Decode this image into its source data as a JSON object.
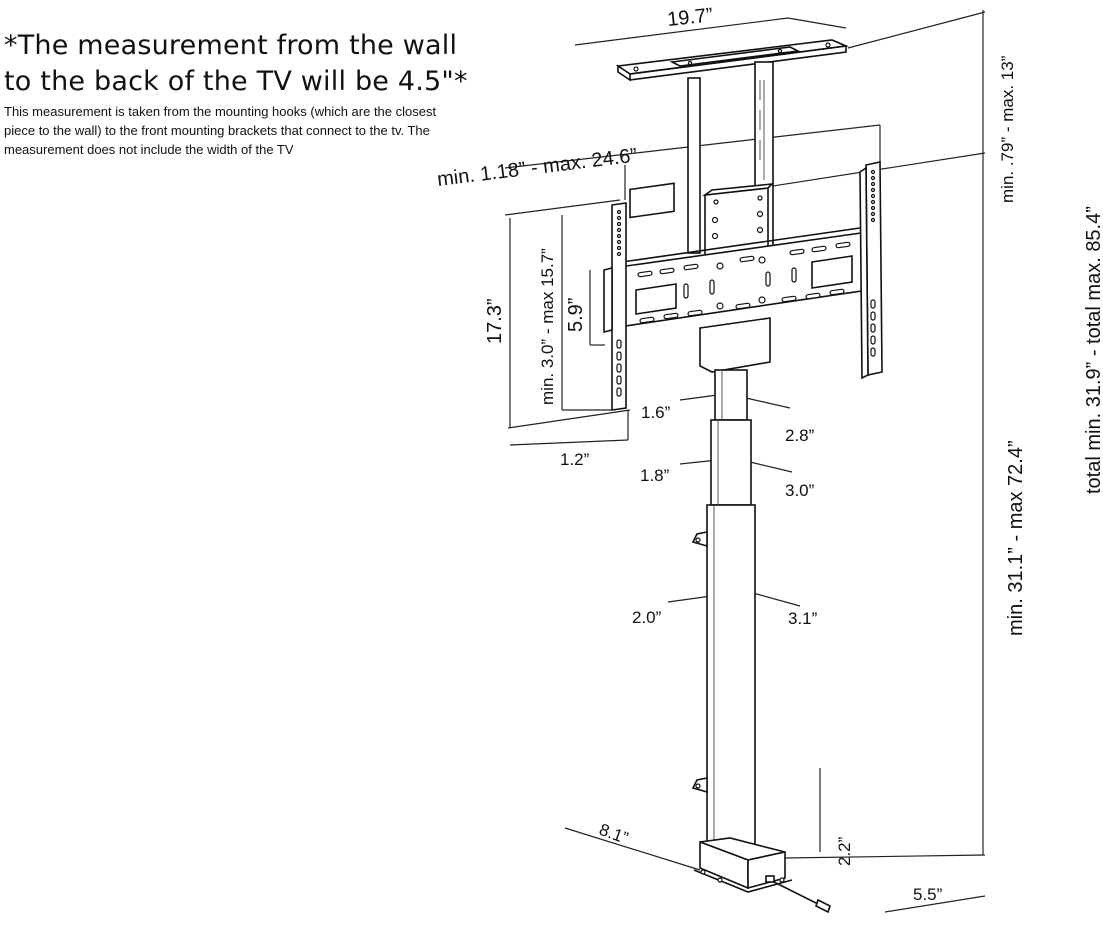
{
  "note": {
    "heading_line1": "*The measurement from the wall",
    "heading_line2": "to the back of the TV will be 4.5\"*",
    "body": "This measurement is taken from the mounting hooks (which are the closest piece to the wall) to the front mounting brackets that connect to the tv. The measurement does not include the width of the TV"
  },
  "dimensions": {
    "top_width": "19.7”",
    "arm_extension": "min. 1.18” - max. 24.6”",
    "top_height": "min. .79” - max. 13”",
    "total_height": "total min. 31.9” - total max. 85.4”",
    "bracket_height": "17.3”",
    "bracket_adjust": "min. 3.0” - max 15.7”",
    "plate_height": "5.9”",
    "bracket_depth": "1.2”",
    "tube1_depth": "1.6”",
    "tube1_width": "2.8”",
    "tube2_depth": "1.8”",
    "tube2_width": "3.0”",
    "tube3_depth": "2.0”",
    "tube3_width": "3.1”",
    "column_height": "min. 31.1” - max 72.4”",
    "base_length": "8.1”",
    "base_height": "2.2”",
    "base_width": "5.5”"
  }
}
